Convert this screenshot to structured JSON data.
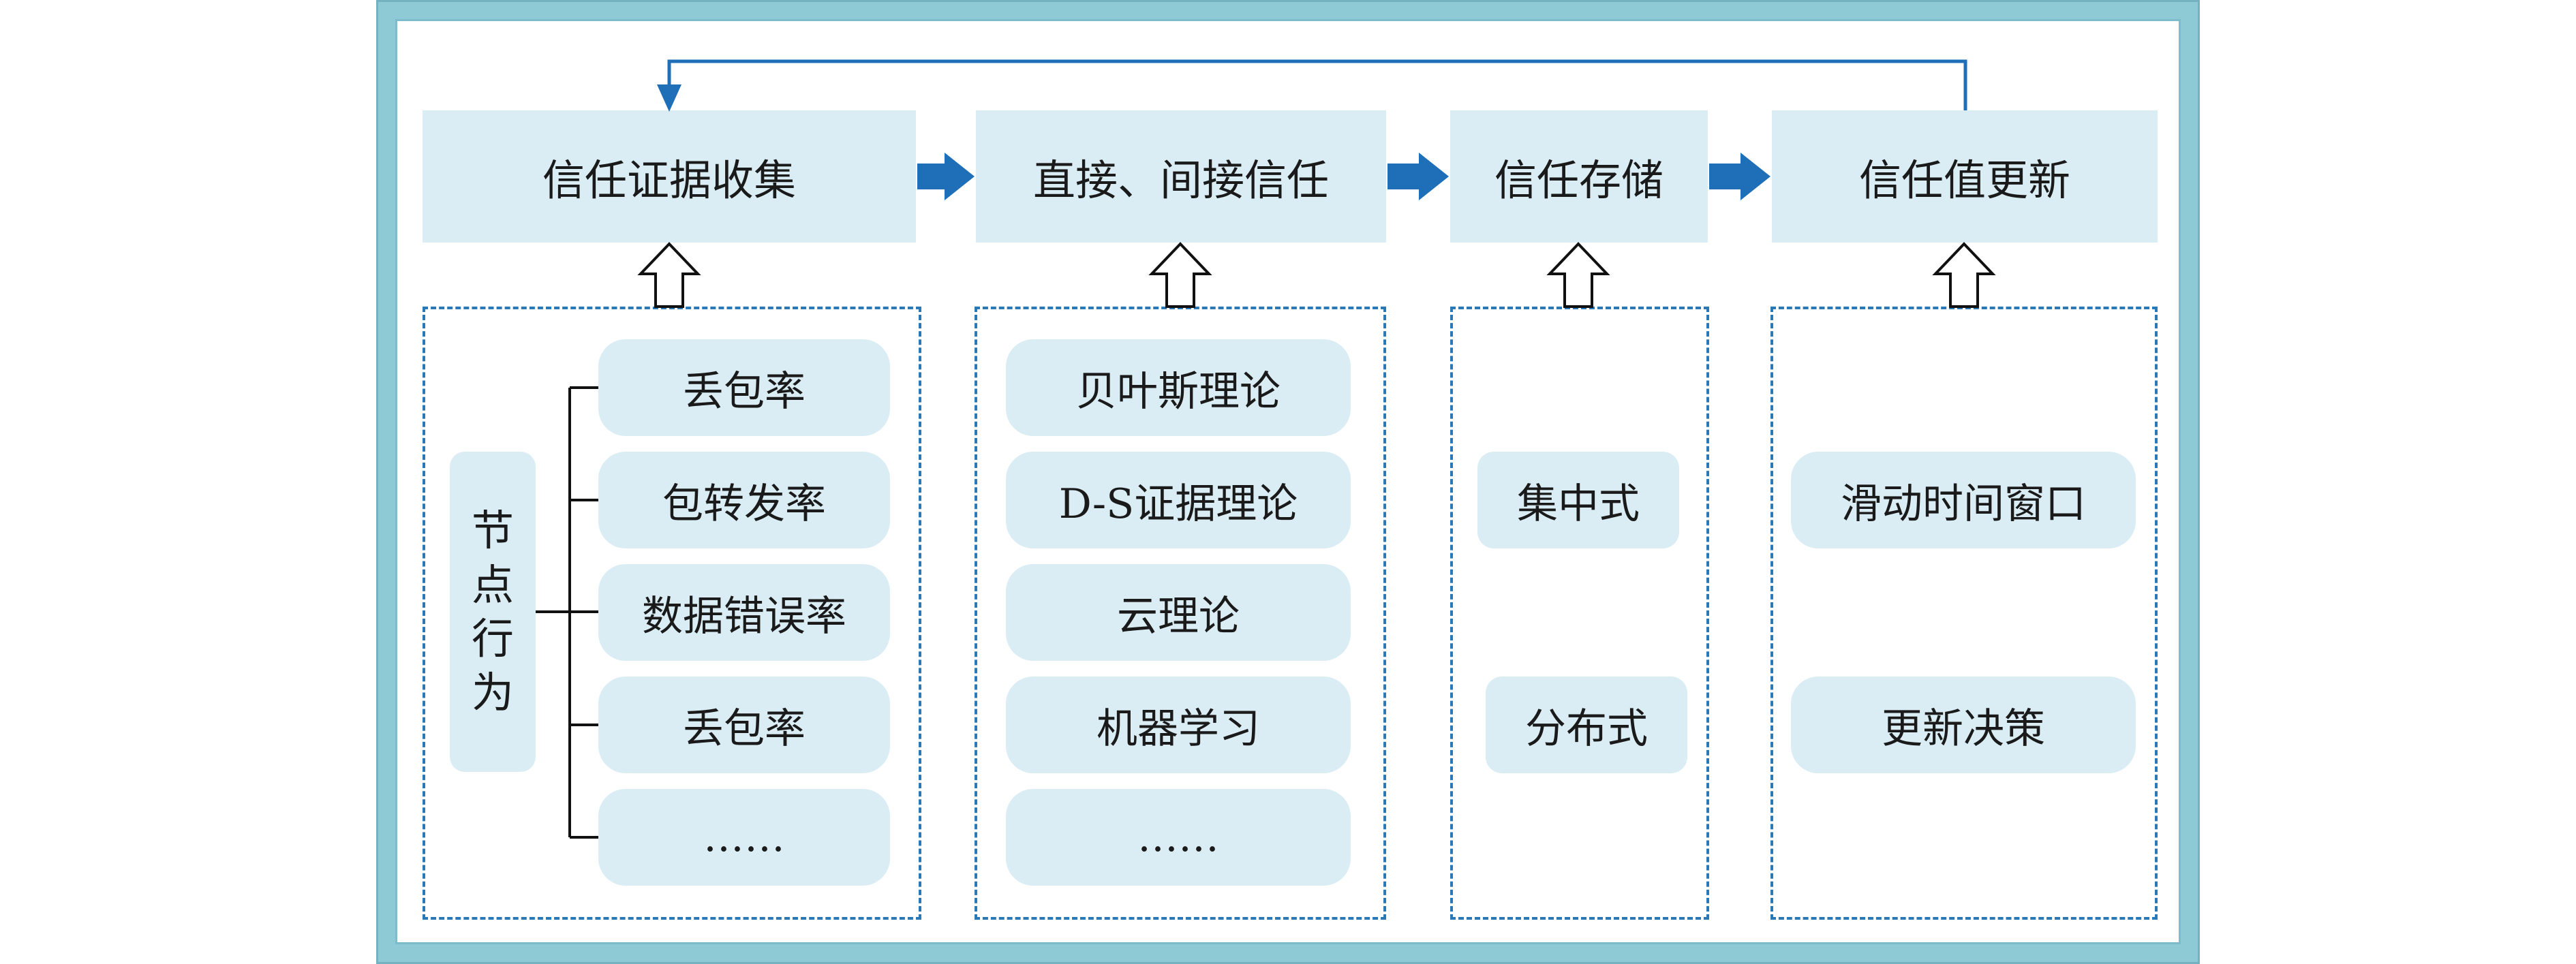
{
  "stages": [
    {
      "label": "信任证据收集"
    },
    {
      "label": "直接、间接信任"
    },
    {
      "label": "信任存储"
    },
    {
      "label": "信任值更新"
    }
  ],
  "node_behavior": {
    "chars": [
      "节",
      "点",
      "行",
      "为"
    ]
  },
  "evidence_items": [
    "丢包率",
    "包转发率",
    "数据错误率",
    "丢包率",
    "……"
  ],
  "trust_methods": [
    "贝叶斯理论",
    "D-S证据理论",
    "云理论",
    "机器学习",
    "……"
  ],
  "storage_modes": [
    "集中式",
    "分布式"
  ],
  "update_methods": [
    "滑动时间窗口",
    "更新决策"
  ],
  "colors": {
    "frame": "#8ec9d6",
    "box_fill": "#daedf4",
    "accent_blue": "#1f6fb8",
    "dash_blue": "#2b78b6"
  }
}
